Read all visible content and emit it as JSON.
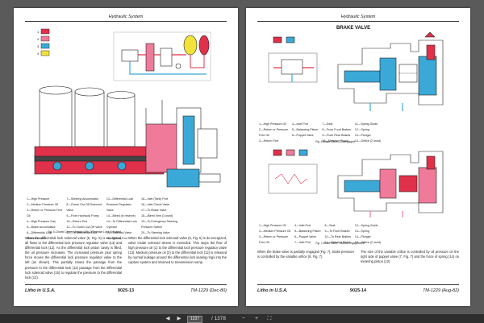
{
  "left_page": {
    "header": "Hydraulic System",
    "legend_rows": [
      [
        "1—High Pressure",
        "7—Steering Accumulator",
        "13—Differential Lock",
        "16—Inlet (Tank) Port"
      ],
      [
        "2—Medium Pressure Oil",
        "8—Check Out-Off Solenoid",
        "Pressure Regulator",
        "16—Inlet Check Valve"
      ],
      [
        "3—Return or Pressure Free",
        "Valve",
        "Valve",
        "17—To Brake Valve"
      ],
      [
        "Oil",
        "9—From Hydraulic Pump",
        "14—Bleed (in reserve)",
        "18—Bleed Vent (3 used)"
      ],
      [
        "4—High Pressure Gas",
        "10—Return Port",
        "14—To Differential Lock",
        "19—To Emergency Steering"
      ],
      [
        "5—Brake Accumulator",
        "11—To Clutch Cut-Off Valve",
        "Cylinder",
        "Pressure Switch"
      ],
      [
        "6—Differential Lock",
        "12—To Differential Lock",
        "15—Solenoid Valve",
        "20—To Steering Valve"
      ],
      [
        "Solenoid Valve",
        "",
        "16—Return Port",
        ""
      ]
    ],
    "caption": "Fig. 5-Closed Center Module With Differential Lock Activated",
    "text_col1": "When the differential lock solenoid valve (6, Fig. 5) is energized, all flows to the differential lock pressure regulator valve (13) and differential lock (12). As the differential lock piston cavity is filled, the oil pressure increases. The increased pressure plus spring force moves the differential lock pressure regulator valve to the left (as shown). This partially closes the passage from the pressure to the differential lock (12) passage from the differential lock solenoid valve (15) to regulate the pressure to the differential lock (12).",
    "text_col2": "When the differential lock solenoid valve (6, Fig. 5) is de-energized, valve inside solenoid sleeve is extended. This stops the flow of high pressure oil (1) to the differential lock pressure regulator valve (13). Medium pressure oil (2) to the differential lock (12) is released by normal leakage around the differential lock sealing rings into the capture system and returned to transmission sump.",
    "footer_left": "Litho in U.S.A.",
    "footer_center": "9025-13",
    "footer_right": "TM-1229 (Dec-80)"
  },
  "right_page": {
    "header": "Hydraulic System",
    "title": "BRAKE VALVE",
    "legend1_rows": [
      [
        "1—High Pressure Oil",
        "4—Inlet Port",
        "7—Seat",
        "11—Spring Guide"
      ],
      [
        "2—Return or Pressure",
        "5—Balancing Piston",
        "8—From Front Brakes",
        "12—Spring"
      ],
      [
        "Free Oil",
        "6—Poppet Valve",
        "9—From Rear Brakes",
        "13—Plunger"
      ],
      [
        "3—Return Port",
        "",
        "10—Metering Piston",
        "14—Orifice (2 used)"
      ]
    ],
    "caption1": "Fig. 6-Brake Valve - Disengaged",
    "legend2_rows": [
      [
        "1—High Pressure Oil",
        "4—Inlet Port",
        "8—Seat",
        "12—Spring Guide"
      ],
      [
        "2—Medium Pressure Oil",
        "5—Balancing Piston",
        "9—To Front Brakes",
        "13—Spring"
      ],
      [
        "3—Return or Pressure",
        "6—Poppet Valve",
        "10—To Rear Brakes",
        "14—Plunger"
      ],
      [
        "Free Oil",
        "7—Inlet Port",
        "11—Metering Piston",
        "15—Orifice (2 used)"
      ]
    ],
    "caption2": "Fig. 7-Brake Valve - Partial Engagement",
    "text_col1": "When the brake valve is partially engaged (Fig. 7), brake pressure is controlled by the variable orifice (8, Fig. 7).",
    "text_col2": "The size of the variable orifice is controlled by oil pressure on the right side of poppet valve (7, Fig. 7) and the force of spring (14) on metering piston (12).",
    "footer_left": "Litho in U.S.A.",
    "footer_center": "9025-14",
    "footer_right": "TM-1229 (Aug-82)"
  },
  "toolbar": {
    "page_input": "1237",
    "page_total": "/ 1378",
    "nav_prev": "◀",
    "nav_next": "▶",
    "zoom_out": "−",
    "zoom_in": "+",
    "fit": "⛶"
  },
  "colors": {
    "high_pressure": "#e0304a",
    "medium_pressure": "#f07a9a",
    "return_oil": "#3aa9d8",
    "gas": "#f2e23a"
  }
}
